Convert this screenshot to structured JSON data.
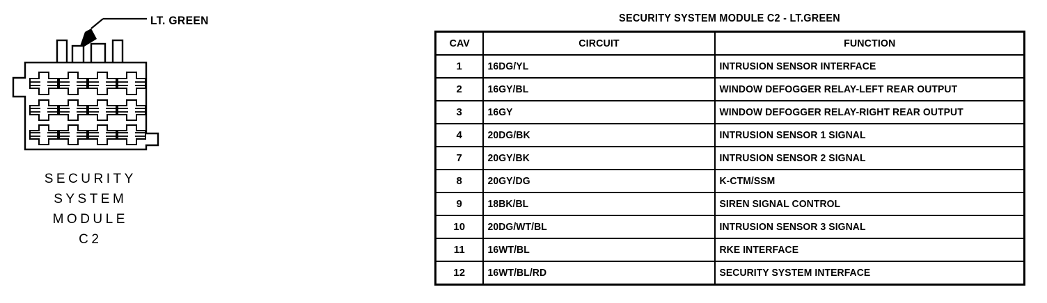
{
  "figure": {
    "callout_label": "LT. GREEN",
    "caption_lines": [
      "SECURITY",
      "SYSTEM",
      "MODULE",
      "C2"
    ],
    "cavity_count": 12,
    "cavity_rows": 3,
    "cavity_columns": 4,
    "top_tab_count": 4,
    "line_color": "#000000",
    "fill_color": "#ffffff"
  },
  "table": {
    "title": "SECURITY SYSTEM MODULE C2 - LT.GREEN",
    "headers": {
      "cav": "CAV",
      "circuit": "CIRCUIT",
      "function": "FUNCTION"
    },
    "rows": [
      {
        "cav": "1",
        "circuit": "16DG/YL",
        "function": "INTRUSION SENSOR INTERFACE"
      },
      {
        "cav": "2",
        "circuit": "16GY/BL",
        "function": "WINDOW DEFOGGER RELAY-LEFT REAR OUTPUT"
      },
      {
        "cav": "3",
        "circuit": "16GY",
        "function": "WINDOW DEFOGGER RELAY-RIGHT REAR OUTPUT"
      },
      {
        "cav": "4",
        "circuit": "20DG/BK",
        "function": "INTRUSION SENSOR 1 SIGNAL"
      },
      {
        "cav": "7",
        "circuit": "20GY/BK",
        "function": "INTRUSION SENSOR 2 SIGNAL"
      },
      {
        "cav": "8",
        "circuit": "20GY/DG",
        "function": "K-CTM/SSM"
      },
      {
        "cav": "9",
        "circuit": "18BK/BL",
        "function": "SIREN SIGNAL CONTROL"
      },
      {
        "cav": "10",
        "circuit": "20DG/WT/BL",
        "function": "INTRUSION SENSOR 3 SIGNAL"
      },
      {
        "cav": "11",
        "circuit": "16WT/BL",
        "function": "RKE INTERFACE"
      },
      {
        "cav": "12",
        "circuit": "16WT/BL/RD",
        "function": "SECURITY SYSTEM INTERFACE"
      }
    ]
  }
}
